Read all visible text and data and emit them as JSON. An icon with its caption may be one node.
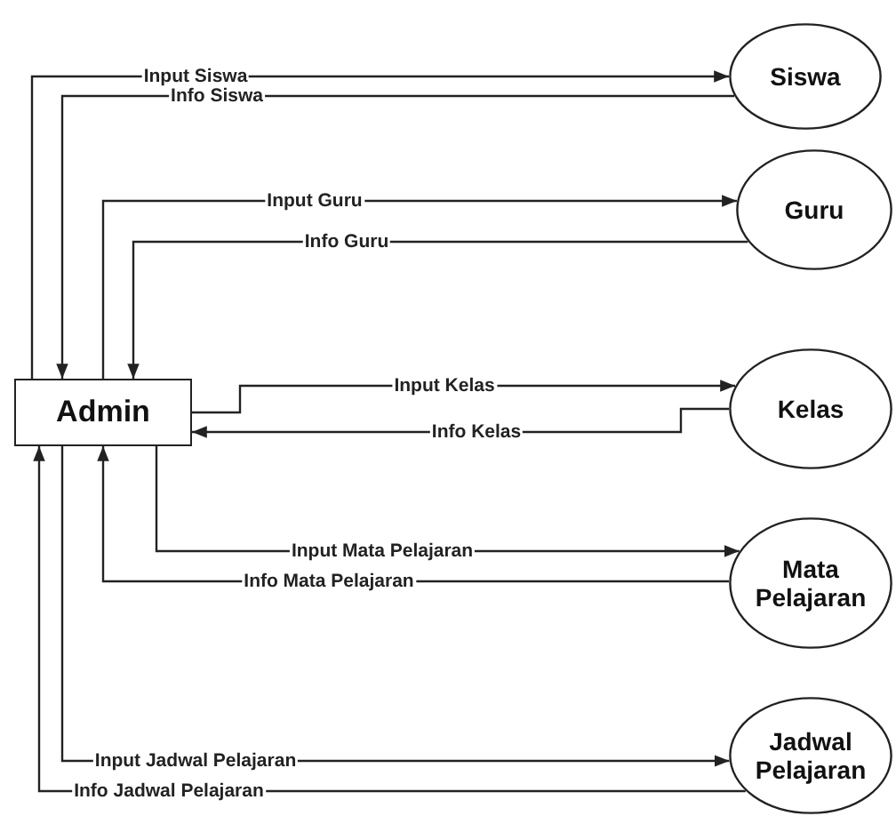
{
  "diagram": {
    "nodes": [
      {
        "text": [
          "Siswa"
        ]
      },
      {
        "text": [
          "Guru"
        ]
      },
      {
        "text": [
          "Admin"
        ]
      },
      {
        "text": [
          "Kelas"
        ]
      },
      {
        "text": [
          "Mata Pelajaran"
        ]
      },
      {
        "text": [
          "Jadwal Pelajaran"
        ]
      }
    ],
    "edges": [
      {
        "from": 2,
        "to": 0,
        "arrow": "to",
        "label": "Input Siswa"
      },
      {
        "from": 0,
        "to": 2,
        "arrow": "to",
        "label": "Info Siswa"
      },
      {
        "from": 2,
        "to": 1,
        "arrow": "to",
        "label": "Input Guru"
      },
      {
        "from": 1,
        "to": 2,
        "arrow": "to",
        "label": "Info Guru"
      },
      {
        "from": 2,
        "to": 3,
        "arrow": "to",
        "label": "Input Kelas"
      },
      {
        "from": 3,
        "to": 2,
        "arrow": "to",
        "label": "Info Kelas"
      },
      {
        "from": 2,
        "to": 4,
        "arrow": "to",
        "label": "Input Mata Pelajaran"
      },
      {
        "from": 4,
        "to": 2,
        "arrow": "to",
        "label": "Info Mata Pelajaran"
      },
      {
        "from": 2,
        "to": 5,
        "arrow": "to",
        "label": "Input Jadwal Pelajaran"
      },
      {
        "from": 5,
        "to": 2,
        "arrow": "to",
        "label": "Info Jadwal Pelajaran"
      }
    ]
  }
}
